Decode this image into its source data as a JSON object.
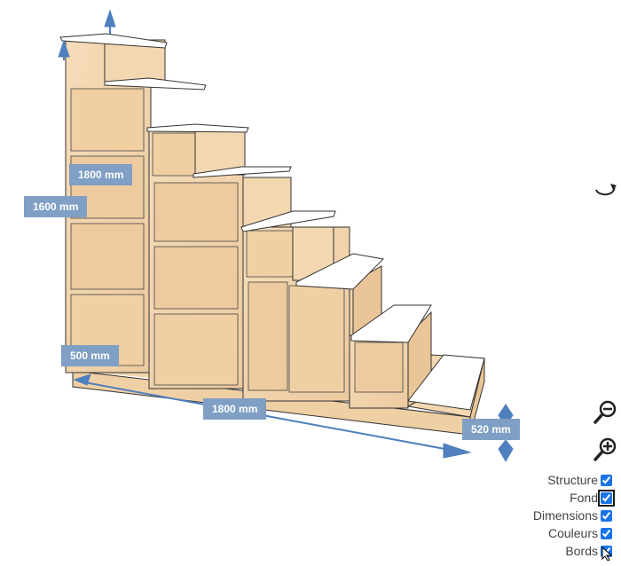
{
  "dimensions": {
    "top_depth": "1800 mm",
    "height": "1600 mm",
    "base_depth": "500 mm",
    "width": "1800 mm",
    "side": "520 mm"
  },
  "tools": {
    "rotate": "rotate-icon",
    "zoom_out": "zoom-out-icon",
    "zoom_in": "zoom-in-icon"
  },
  "options": [
    {
      "label": "Structure",
      "checked": true
    },
    {
      "label": "Fond",
      "checked": true
    },
    {
      "label": "Dimensions",
      "checked": true
    },
    {
      "label": "Couleurs",
      "checked": true
    },
    {
      "label": "Bords",
      "checked": true
    }
  ],
  "colors": {
    "wood": "#f3d7b0",
    "wood_shade": "#e6c499",
    "tread": "#ffffff",
    "dim_label": "#7f9fc4",
    "arrow": "#4f7fbf"
  }
}
